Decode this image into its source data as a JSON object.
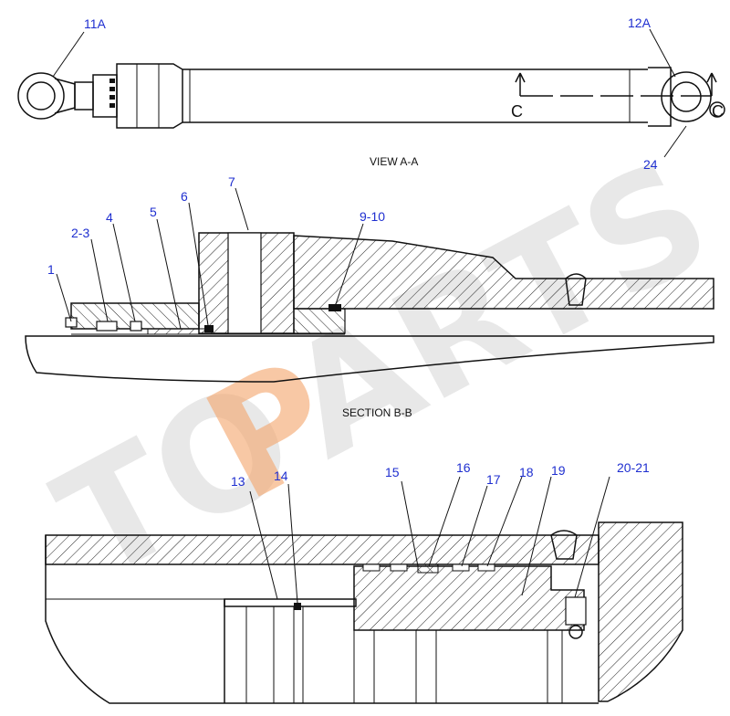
{
  "watermark": {
    "text_left": "TO",
    "text_accent": "P",
    "text_right": "ARTS",
    "accent_color": "#f4a56a",
    "base_color": "#d6d6d6"
  },
  "views": {
    "view_a": {
      "caption": "VIEW A-A"
    },
    "section_b": {
      "caption": "SECTION B-B"
    },
    "section_c": {
      "marker_left": "C",
      "marker_right": "C"
    }
  },
  "callouts": {
    "c11A": "11A",
    "c12A": "12A",
    "c24": "24",
    "c1": "1",
    "c2_3": "2-3",
    "c4": "4",
    "c5": "5",
    "c6": "6",
    "c7": "7",
    "c9_10": "9-10",
    "c13": "13",
    "c14": "14",
    "c15": "15",
    "c16": "16",
    "c17": "17",
    "c18": "18",
    "c19": "19",
    "c20_21": "20-21"
  },
  "colors": {
    "callout": "#1f2fd0",
    "line": "#111111"
  }
}
